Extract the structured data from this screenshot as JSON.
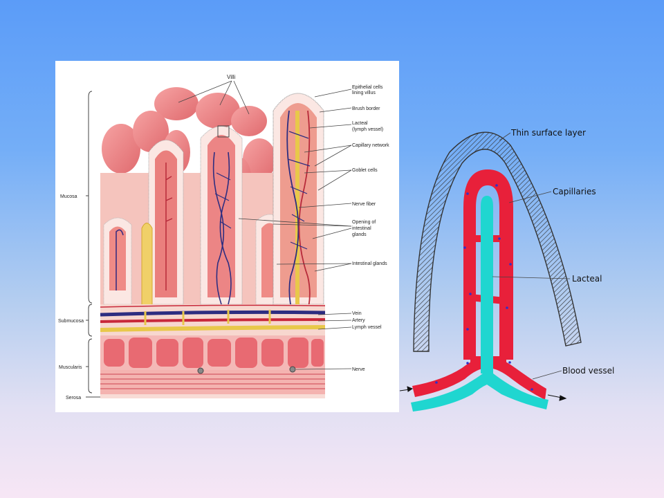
{
  "histology": {
    "labels": {
      "villi": "Villi",
      "epithelial_1": "Epithelial cells",
      "epithelial_2": "lining villus",
      "brush_border": "Brush border",
      "lacteal_1": "Lacteal",
      "lacteal_2": "(lymph vessel)",
      "capillary_network": "Capillary network",
      "goblet_cells": "Goblet cells",
      "nerve_fiber": "Nerve fiber",
      "opening_1": "Opening of",
      "opening_2": "intestinal",
      "opening_3": "glands",
      "intestinal_glands": "Intestinal glands",
      "vein": "Vein",
      "artery": "Artery",
      "lymph_vessel": "Lymph vessel",
      "nerve": "Nerve",
      "mucosa": "Mucosa",
      "submucosa": "Submucosa",
      "muscularis": "Muscularis",
      "serosa": "Serosa"
    }
  },
  "schematic": {
    "labels": {
      "thin_surface_layer": "Thin surface layer",
      "capillaries": "Capillaries",
      "lacteal": "Lacteal",
      "blood_vessel": "Blood vessel"
    },
    "colors": {
      "blood": "#e8203a",
      "lacteal": "#1fd6d0",
      "surface_layer": "#333333",
      "cells": "#3030c8"
    }
  }
}
